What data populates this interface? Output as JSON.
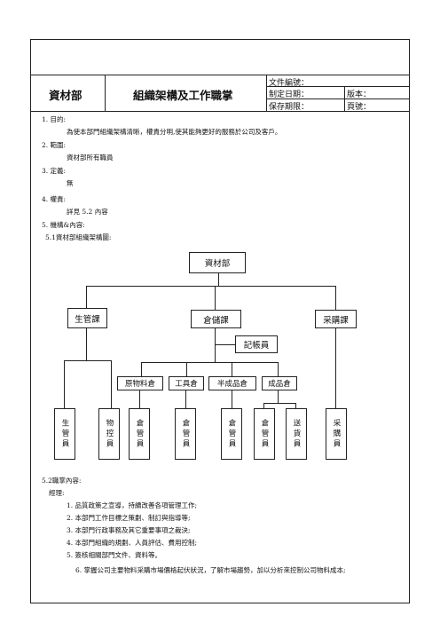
{
  "header": {
    "department": "資材部",
    "title": "組織架構及工作職掌",
    "doc_number_label": "文件編號：",
    "issue_date_label": "制定日期：",
    "version_label": "版本：",
    "retention_label": "保存期限：",
    "page_label": "頁號："
  },
  "sections": {
    "s1_heading": "1.  目的:",
    "s1_text": "為使本部門組織架構清晰，權責分明,使其能夠更好的服務於公司及客戶。",
    "s2_heading": "2.  範圍:",
    "s2_text": "資材部所有職員",
    "s3_heading": "3.  定義:",
    "s3_text": "無",
    "s4_heading": "4.  權責:",
    "s4_text": "詳見 5.2 內容",
    "s5_heading": "5.  機構&內容:",
    "s51_heading": "5.1資材部組織架構圖:"
  },
  "org": {
    "root": "資材部",
    "level2": [
      "生管課",
      "倉儲課",
      "采購課"
    ],
    "ledger": "記帳員",
    "warehouses": [
      "原物料倉",
      "工具倉",
      "半成品倉",
      "成品倉"
    ],
    "staff": [
      "生管員",
      "物控員",
      "倉管員",
      "倉管員",
      "倉管員",
      "倉管員",
      "送貨員",
      "采購員"
    ]
  },
  "duties": {
    "heading": "5.2職掌內容:",
    "role": "經理:",
    "items": [
      "1.  品質政策之宣導，持續改善各項管理工作;",
      "2.  本部門工作目標之策劃、制訂與指導等;",
      "3.  本部門行政事務及其它重要事項之裁決;",
      "4.  本部門組織的規劃、人員評估、費用控制;",
      "5.  簽核相關部門文件、資料等。",
      "6.  掌握公司主要物料采購市場價格起伏狀況，了解市場趨勢，加以分析來控制公司物料成本;"
    ]
  }
}
